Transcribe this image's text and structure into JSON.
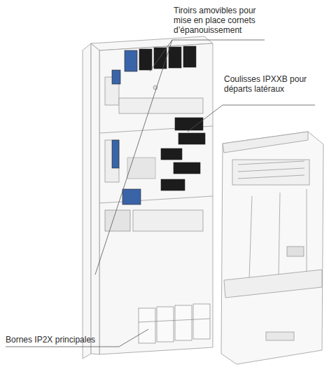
{
  "diagram": {
    "labels": [
      "Tiroirs amovibles pour mise en place cornets d’épanouissement",
      "Coulisses IPXXB pour départs latéraux",
      "Bornes IP2X principales"
    ]
  }
}
